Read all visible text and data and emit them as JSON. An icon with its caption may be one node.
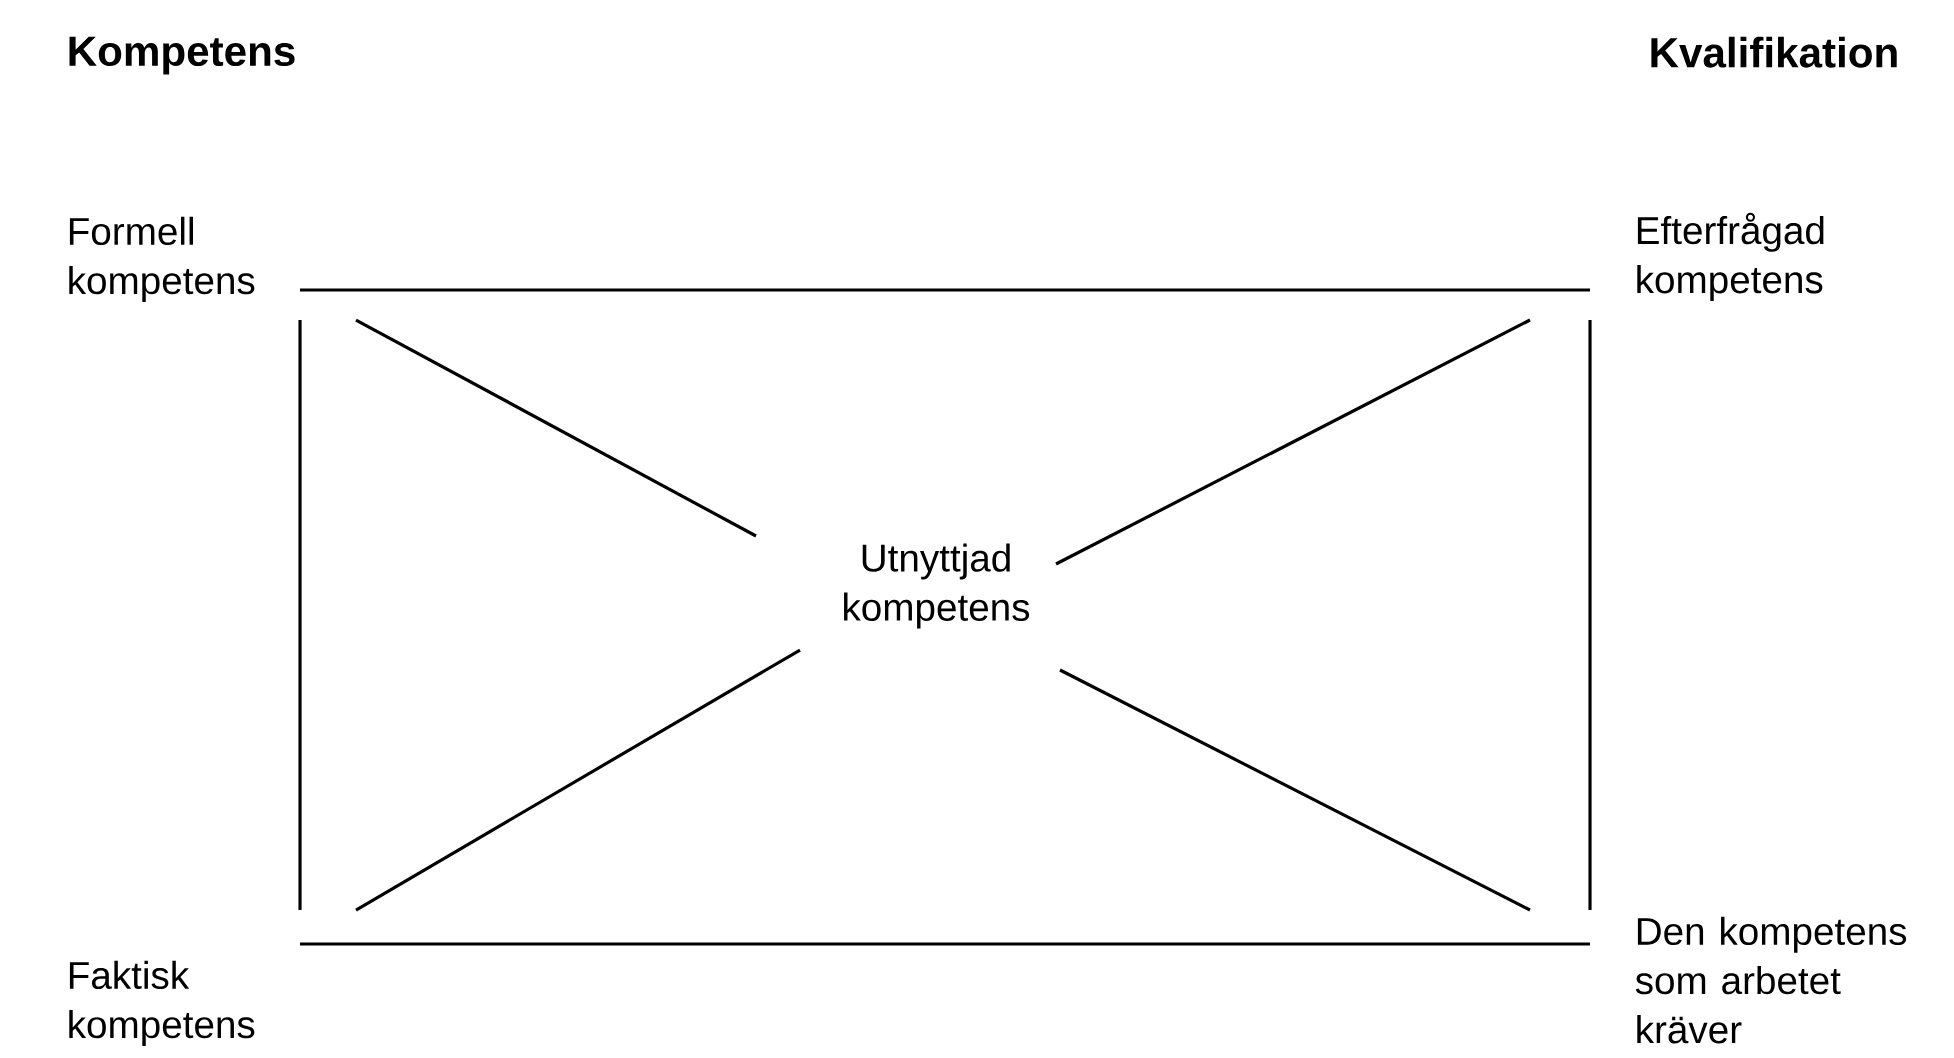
{
  "diagram": {
    "nodes": [
      {
        "text": [
          "Formell kompetens"
        ]
      },
      {
        "text": [
          "Efterfrågad kompetens"
        ]
      },
      {
        "text": [
          "Utnyttjad kompetens"
        ]
      },
      {
        "text": [
          "Faktisk kompetens"
        ]
      },
      {
        "text": [
          "Den kompetens som arbetet kräver"
        ]
      }
    ],
    "edges": [
      {
        "from": 0,
        "to": 1,
        "arrow": "none"
      },
      {
        "from": 0,
        "to": 3,
        "arrow": "none"
      },
      {
        "from": 1,
        "to": 4,
        "arrow": "none"
      },
      {
        "from": 3,
        "to": 4,
        "arrow": "none"
      },
      {
        "from": 0,
        "to": 2,
        "arrow": "none"
      },
      {
        "from": 1,
        "to": 2,
        "arrow": "none"
      },
      {
        "from": 3,
        "to": 2,
        "arrow": "none"
      },
      {
        "from": 4,
        "to": 2,
        "arrow": "none"
      }
    ],
    "labels": [
      "Kompetens",
      "Kvalifikation"
    ]
  }
}
